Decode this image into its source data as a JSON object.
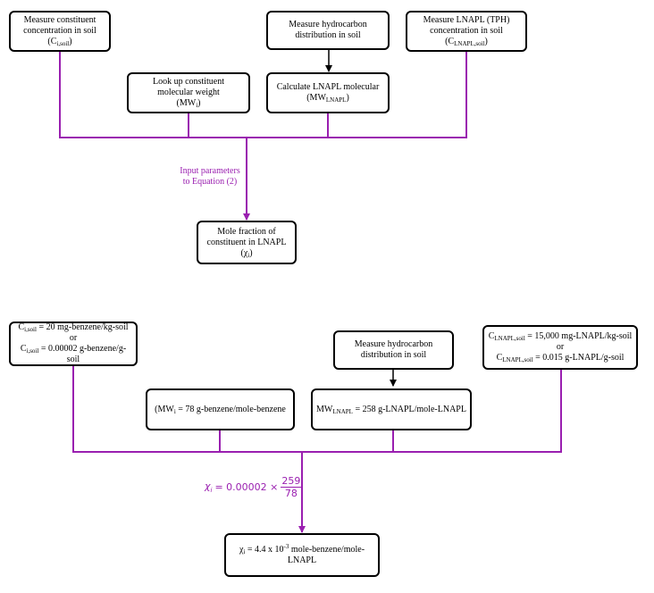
{
  "top": {
    "measure_constituent": {
      "line1": "Measure constituent",
      "line2": "concentration in soil",
      "sym": "C",
      "sub": "i,soil"
    },
    "measure_hydrocarbon": {
      "line1": "Measure hydrocarbon",
      "line2": "distribution in soil"
    },
    "measure_lnapl": {
      "line1": "Measure LNAPL (TPH)",
      "line2": "concentration in soil",
      "sym": "C",
      "sub": "LNAPL,soil"
    },
    "lookup_mw": {
      "line1": "Look up constituent",
      "line2": "molecular weight",
      "sym": "MW",
      "sub": "i"
    },
    "calc_lnapl": {
      "line1": "Calculate LNAPL molecular",
      "sym": "MW",
      "sub": "LNAPL"
    },
    "input_label": {
      "line1": "Input parameters",
      "line2": "to Equation (2)"
    },
    "result": {
      "line1": "Mole fraction of",
      "line2": "constituent in LNAPL",
      "sym": "χ",
      "sub": "i"
    }
  },
  "bottom": {
    "ci_soil": {
      "sym1": "C",
      "sub1": "i,soil",
      "val1": " = 20 mg-benzene/kg-soil",
      "or": "or",
      "sym2": "C",
      "sub2": "i,soil",
      "val2": " = 0.00002 g-benzene/g-soil"
    },
    "measure_hydrocarbon": {
      "line1": "Measure hydrocarbon",
      "line2": "distribution in soil"
    },
    "c_lnapl_soil": {
      "sym1": "C",
      "sub1": "LNAPL,soil",
      "val1": " = 15,000 mg-LNAPL/kg-soil",
      "or": "or",
      "sym2": "C",
      "sub2": "LNAPL,soil",
      "val2": " = 0.015 g-LNAPL/g-soil"
    },
    "mw_i": {
      "pre": "(MW",
      "sub": "i",
      "val": " = 78 g-benzene/mole-benzene"
    },
    "mw_lnapl": {
      "sym": "MW",
      "sub": "LNAPL",
      "val": " = 258 g-LNAPL/mole-LNAPL"
    },
    "equation": {
      "lhs": "χ",
      "lhs_sub": "i",
      "mid": " = 0.00002 ×",
      "num": "259",
      "den": "78"
    },
    "result": {
      "sym": "χ",
      "sub": "i",
      "val_pre": " = 4.4 x 10",
      "exp": "-3",
      "val_post": " mole-benzene/mole-LNAPL"
    }
  },
  "colors": {
    "purple": "#9a1fb0",
    "black": "#000000"
  }
}
